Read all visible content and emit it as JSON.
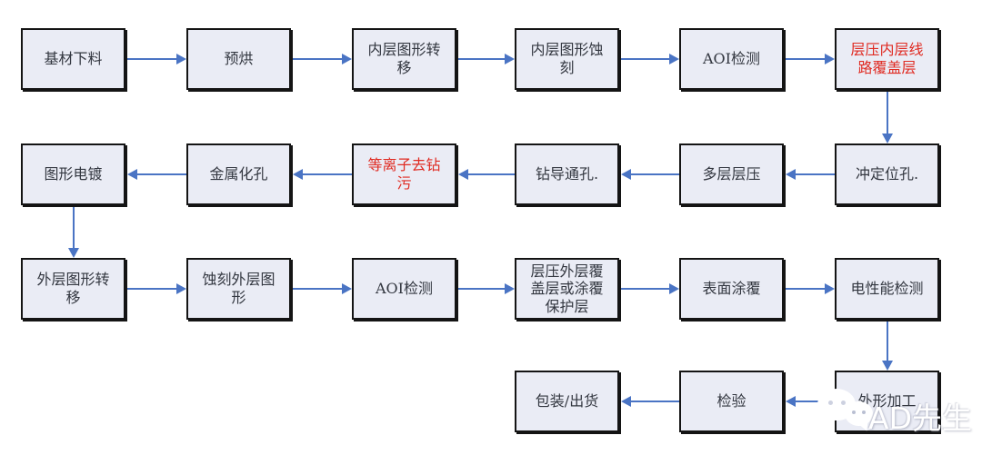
{
  "diagram": {
    "colors": {
      "box_fill": "#eaecf5",
      "box_border": "#141414",
      "arrow": "#4a74c4",
      "text": "#333740",
      "highlight_text": "#e02b22"
    },
    "nodes": [
      {
        "id": "base-material-cutting",
        "row": 1,
        "col": 1,
        "label": "基材下料",
        "color": "normal"
      },
      {
        "id": "pre-bake",
        "row": 1,
        "col": 2,
        "label": "预烘",
        "color": "normal"
      },
      {
        "id": "inner-pattern-transfer",
        "row": 1,
        "col": 3,
        "label": "内层图形转\n移",
        "color": "normal"
      },
      {
        "id": "inner-pattern-etching",
        "row": 1,
        "col": 4,
        "label": "内层图形蚀\n刻",
        "color": "normal"
      },
      {
        "id": "aoi-inspection-1",
        "row": 1,
        "col": 5,
        "label": "AOI检测",
        "color": "normal"
      },
      {
        "id": "inner-coverlay-lamination",
        "row": 1,
        "col": 6,
        "label": "层压内层线\n路覆盖层",
        "color": "red"
      },
      {
        "id": "pattern-plating",
        "row": 2,
        "col": 1,
        "label": "图形电镀",
        "color": "normal"
      },
      {
        "id": "hole-metallization",
        "row": 2,
        "col": 2,
        "label": "金属化孔",
        "color": "normal"
      },
      {
        "id": "plasma-desmear",
        "row": 2,
        "col": 3,
        "label": "等离子去钻\n污",
        "color": "red"
      },
      {
        "id": "via-hole-drilling",
        "row": 2,
        "col": 4,
        "label": "钻导通孔.",
        "color": "normal"
      },
      {
        "id": "multilayer-lamination",
        "row": 2,
        "col": 5,
        "label": "多层层压",
        "color": "normal"
      },
      {
        "id": "punch-locating-holes",
        "row": 2,
        "col": 6,
        "label": "冲定位孔.",
        "color": "normal"
      },
      {
        "id": "outer-pattern-transfer",
        "row": 3,
        "col": 1,
        "label": "外层图形转\n移",
        "color": "normal"
      },
      {
        "id": "outer-pattern-etching",
        "row": 3,
        "col": 2,
        "label": "蚀刻外层图\n形",
        "color": "normal"
      },
      {
        "id": "aoi-inspection-2",
        "row": 3,
        "col": 3,
        "label": "AOI检测",
        "color": "normal"
      },
      {
        "id": "outer-coverlay-or-protective-coating",
        "row": 3,
        "col": 4,
        "label": "层压外层覆\n盖层或涂覆\n保护层",
        "color": "normal"
      },
      {
        "id": "surface-coating",
        "row": 3,
        "col": 5,
        "label": "表面涂覆",
        "color": "normal"
      },
      {
        "id": "electrical-performance-test",
        "row": 3,
        "col": 6,
        "label": "电性能检测",
        "color": "normal"
      },
      {
        "id": "packing-shipping",
        "row": 4,
        "col": 4,
        "label": "包装/出货",
        "color": "normal"
      },
      {
        "id": "final-inspection",
        "row": 4,
        "col": 5,
        "label": "检验",
        "color": "normal"
      },
      {
        "id": "profile-machining",
        "row": 4,
        "col": 6,
        "label": "外形加工",
        "color": "normal"
      }
    ],
    "edges": [
      {
        "from": "base-material-cutting",
        "to": "pre-bake"
      },
      {
        "from": "pre-bake",
        "to": "inner-pattern-transfer"
      },
      {
        "from": "inner-pattern-transfer",
        "to": "inner-pattern-etching"
      },
      {
        "from": "inner-pattern-etching",
        "to": "aoi-inspection-1"
      },
      {
        "from": "aoi-inspection-1",
        "to": "inner-coverlay-lamination"
      },
      {
        "from": "inner-coverlay-lamination",
        "to": "punch-locating-holes"
      },
      {
        "from": "punch-locating-holes",
        "to": "multilayer-lamination"
      },
      {
        "from": "multilayer-lamination",
        "to": "via-hole-drilling"
      },
      {
        "from": "via-hole-drilling",
        "to": "plasma-desmear"
      },
      {
        "from": "plasma-desmear",
        "to": "hole-metallization"
      },
      {
        "from": "hole-metallization",
        "to": "pattern-plating"
      },
      {
        "from": "pattern-plating",
        "to": "outer-pattern-transfer"
      },
      {
        "from": "outer-pattern-transfer",
        "to": "outer-pattern-etching"
      },
      {
        "from": "outer-pattern-etching",
        "to": "aoi-inspection-2"
      },
      {
        "from": "aoi-inspection-2",
        "to": "outer-coverlay-or-protective-coating"
      },
      {
        "from": "outer-coverlay-or-protective-coating",
        "to": "surface-coating"
      },
      {
        "from": "surface-coating",
        "to": "electrical-performance-test"
      },
      {
        "from": "electrical-performance-test",
        "to": "profile-machining"
      },
      {
        "from": "profile-machining",
        "to": "final-inspection"
      },
      {
        "from": "final-inspection",
        "to": "packing-shipping"
      }
    ]
  },
  "watermark": {
    "text": "AD先生",
    "icon": "chat-bubbles-icon"
  }
}
